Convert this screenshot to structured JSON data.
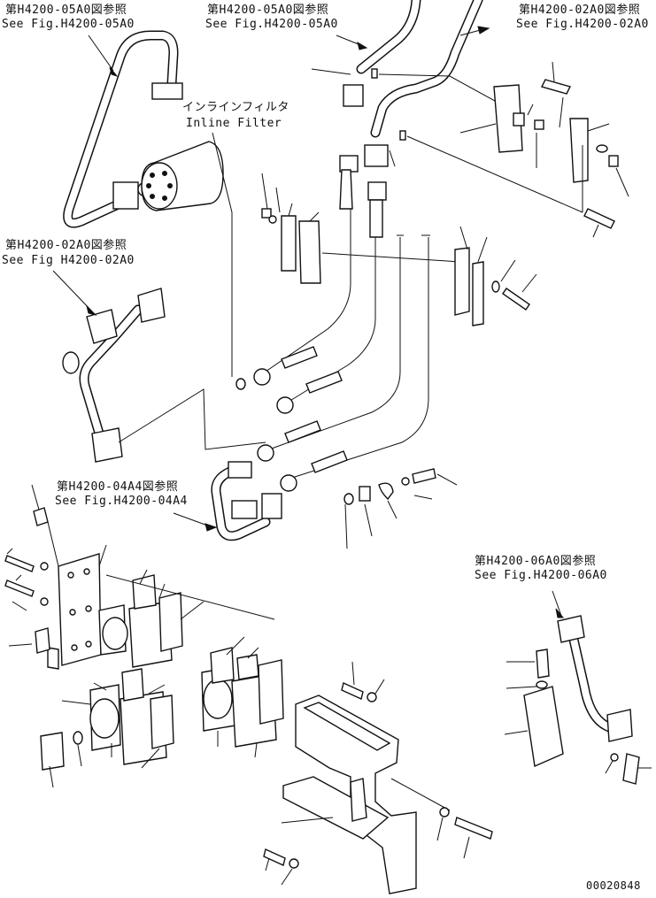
{
  "references": [
    {
      "jp": "第H4200-05A0図参照",
      "en": "See Fig.H4200-05A0"
    },
    {
      "jp": "第H4200-05A0図参照",
      "en": "See Fig.H4200-05A0"
    },
    {
      "jp": "第H4200-02A0図参照",
      "en": "See Fig.H4200-02A0"
    },
    {
      "jp": "第H4200-02A0図参照",
      "en": "See Fig H4200-02A0"
    },
    {
      "jp": "第H4200-04A4図参照",
      "en": "See Fig.H4200-04A4"
    },
    {
      "jp": "第H4200-06A0図参照",
      "en": "See Fig.H4200-06A0"
    }
  ],
  "component_labels": {
    "inline_filter_jp": "インラインフィルタ",
    "inline_filter_en": "Inline Filter"
  },
  "drawing_number": "00020848"
}
